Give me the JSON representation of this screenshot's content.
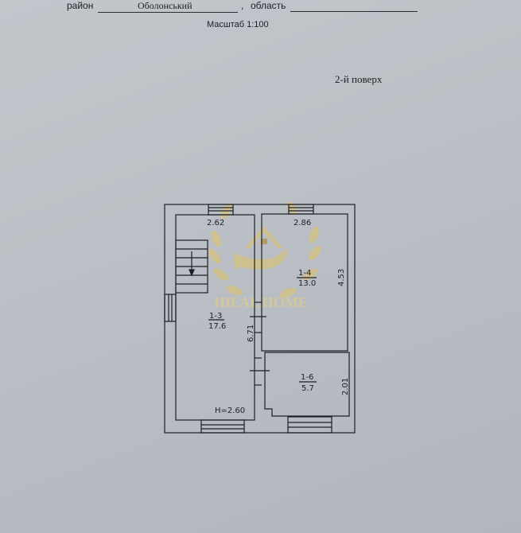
{
  "header": {
    "district_label": "район",
    "district_value": "Оболонський",
    "comma": ",",
    "region_label": "область",
    "region_value": "",
    "scale": "Масштаб 1:100",
    "floor": "2-й поверх"
  },
  "plan": {
    "rooms": [
      {
        "id": "1-3",
        "area": "17.6"
      },
      {
        "id": "1-4",
        "area": "13.0"
      },
      {
        "id": "1-6",
        "area": "5.7"
      }
    ],
    "dimensions": [
      "2.62",
      "2.86",
      "4.53",
      "6.71",
      "2.01"
    ],
    "height": "H=2.60"
  },
  "watermark": {
    "text": "IDEAL HOME",
    "color": "#d9c27a"
  }
}
